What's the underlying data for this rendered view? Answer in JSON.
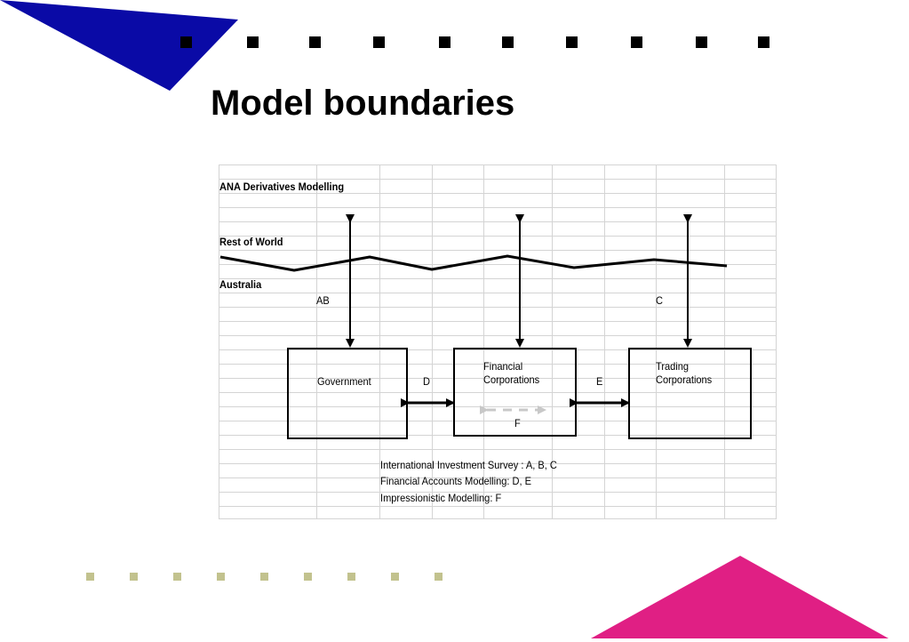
{
  "colors": {
    "top_triangle": "#0a0aa6",
    "bottom_triangle": "#e01f84",
    "top_squares": "#000000",
    "bottom_squares": "#c2c28e",
    "grid": "#d4d4d4"
  },
  "title": "Model boundaries",
  "diagram": {
    "top_label": "ANA Derivatives Modelling",
    "rest_of_world": "Rest of World",
    "australia": "Australia",
    "label_ab": "AB",
    "label_c": "C",
    "label_d": "D",
    "label_e": "E",
    "label_f": "F",
    "box_government": "Government",
    "box_financial": "Financial\nCorporations",
    "box_trading": "Trading\nCorporations",
    "legend": [
      "International Investment Survey : A, B, C",
      "Financial Accounts Modelling: D, E",
      "Impressionistic Modelling: F"
    ]
  }
}
